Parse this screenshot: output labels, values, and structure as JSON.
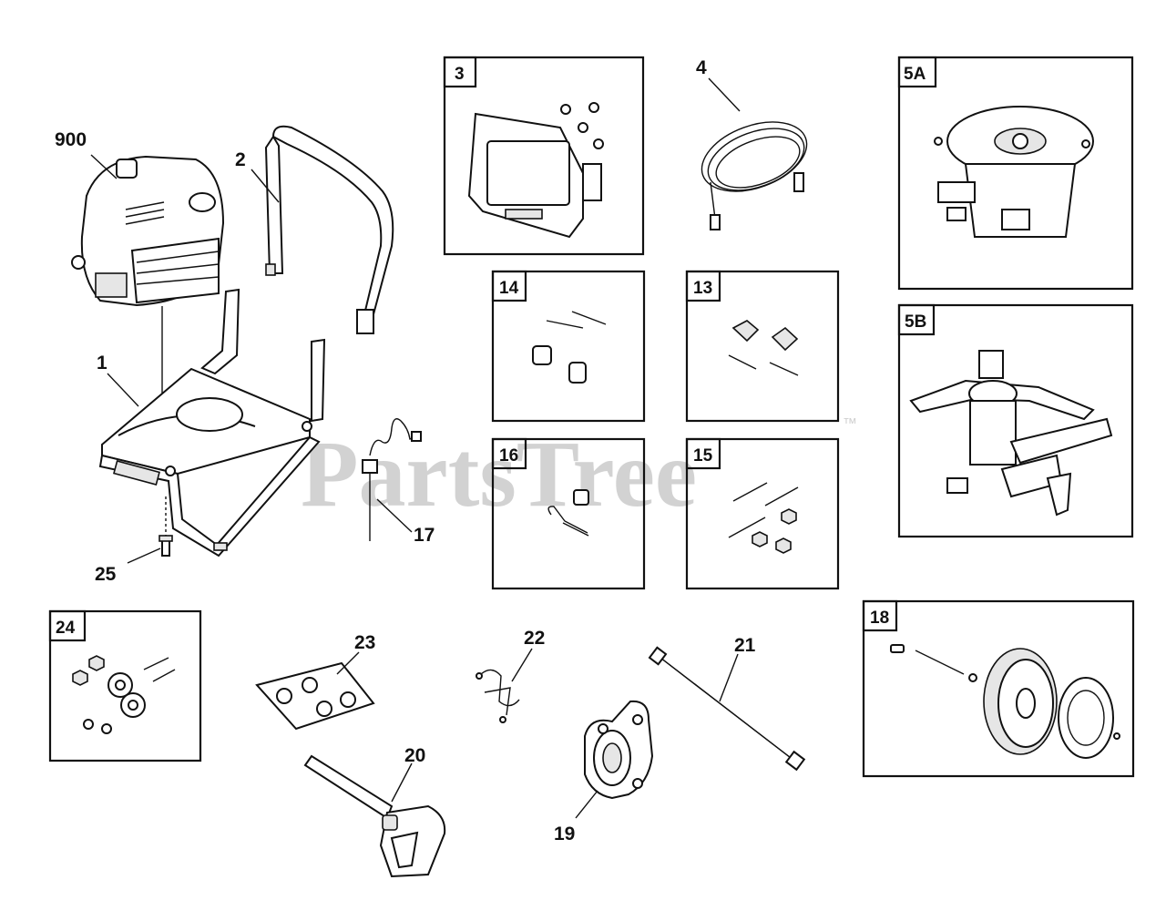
{
  "watermark": {
    "text": "PartsTree",
    "trademark": "™"
  },
  "callouts": [
    {
      "id": "900",
      "text": "900"
    },
    {
      "id": "2",
      "text": "2"
    },
    {
      "id": "1",
      "text": "1"
    },
    {
      "id": "17",
      "text": "17"
    },
    {
      "id": "25",
      "text": "25"
    },
    {
      "id": "4",
      "text": "4"
    },
    {
      "id": "23",
      "text": "23"
    },
    {
      "id": "22",
      "text": "22"
    },
    {
      "id": "21",
      "text": "21"
    },
    {
      "id": "20",
      "text": "20"
    },
    {
      "id": "19",
      "text": "19"
    }
  ],
  "boxes": [
    {
      "id": "3",
      "label": "3"
    },
    {
      "id": "5A",
      "label": "5A"
    },
    {
      "id": "14",
      "label": "14"
    },
    {
      "id": "13",
      "label": "13"
    },
    {
      "id": "5B",
      "label": "5B"
    },
    {
      "id": "16",
      "label": "16"
    },
    {
      "id": "15",
      "label": "15"
    },
    {
      "id": "24",
      "label": "24"
    },
    {
      "id": "18",
      "label": "18"
    }
  ]
}
